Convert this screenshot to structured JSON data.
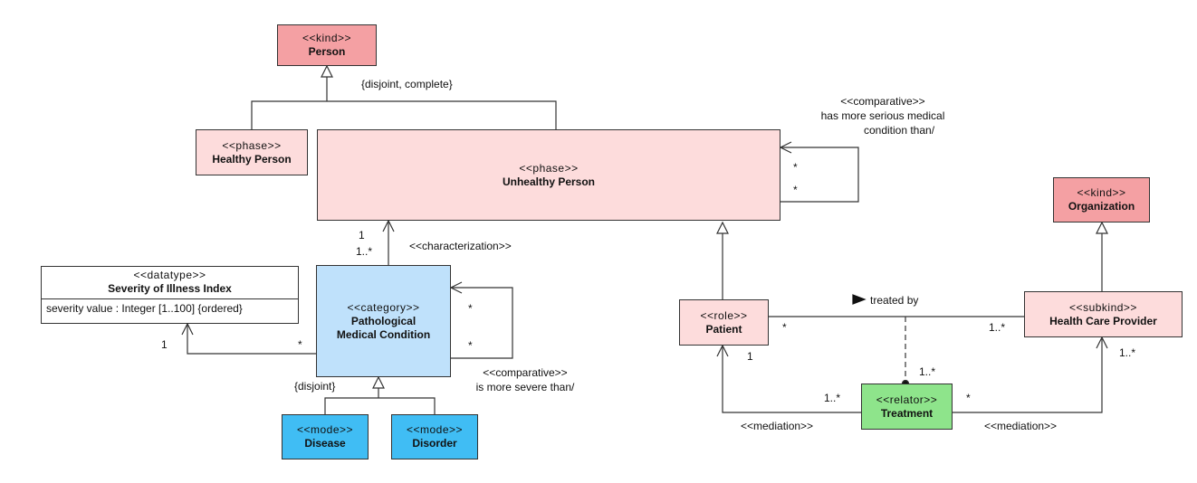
{
  "classes": {
    "person": {
      "stereotype": "<<kind>>",
      "name": "Person"
    },
    "healthy_person": {
      "stereotype": "<<phase>>",
      "name": "Healthy Person"
    },
    "unhealthy_person": {
      "stereotype": "<<phase>>",
      "name": "Unhealthy Person"
    },
    "organization": {
      "stereotype": "<<kind>>",
      "name": "Organization"
    },
    "severity_index": {
      "stereotype": "<<datatype>>",
      "name": "Severity of Illness Index",
      "attribute": "severity value : Integer [1..100] {ordered}"
    },
    "pathological_condition": {
      "stereotype": "<<category>>",
      "name_line1": "Pathological",
      "name_line2": "Medical Condition"
    },
    "patient": {
      "stereotype": "<<role>>",
      "name": "Patient"
    },
    "health_care_provider": {
      "stereotype": "<<subkind>>",
      "name": "Health Care Provider"
    },
    "treatment": {
      "stereotype": "<<relator>>",
      "name": "Treatment"
    },
    "disease": {
      "stereotype": "<<mode>>",
      "name": "Disease"
    },
    "disorder": {
      "stereotype": "<<mode>>",
      "name": "Disorder"
    }
  },
  "labels": {
    "gs_person": "{disjoint, complete}",
    "gs_condition": "{disjoint}",
    "comparative_unhealthy_line1": "<<comparative>>",
    "comparative_unhealthy_line2": "has more serious medical",
    "comparative_unhealthy_line3": "condition than/",
    "comparative_condition_line1": "<<comparative>>",
    "comparative_condition_line2": "is more severe than/",
    "characterization": "<<characterization>>",
    "treated_by": "treated by",
    "mediation_patient": "<<mediation>>",
    "mediation_provider": "<<mediation>>"
  },
  "multiplicities": {
    "unhealthy_self_a": "*",
    "unhealthy_self_b": "*",
    "char_unhealthy": "1",
    "char_condition": "1..*",
    "condition_self_a": "*",
    "condition_self_b": "*",
    "severity_end": "1",
    "condition_end": "*",
    "patient_treated": "*",
    "provider_treated": "1..*",
    "patient_mediation": "1",
    "treatment_patient": "1..*",
    "treatment_provider": "*",
    "provider_mediation": "1..*",
    "treated_relator": "1..*"
  },
  "colors": {
    "kind": "#f4a0a3",
    "phase_role_subkind": "#fddcdc",
    "category": "#bfe1fb",
    "mode": "#40bdf4",
    "relator": "#8ee48b"
  }
}
